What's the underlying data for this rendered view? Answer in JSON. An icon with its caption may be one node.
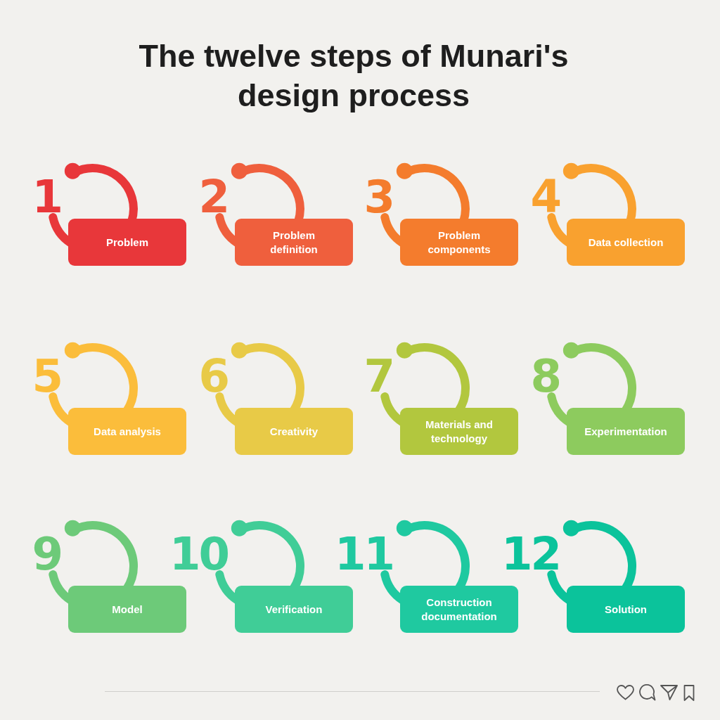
{
  "diagram": {
    "title": "The twelve steps of Munari's design process",
    "nodes": [
      {
        "text": [
          "Problem"
        ],
        "beside": [
          "1"
        ]
      },
      {
        "text": [
          "Problem definition"
        ],
        "beside": [
          "2"
        ]
      },
      {
        "text": [
          "Problem components"
        ],
        "beside": [
          "3"
        ]
      },
      {
        "text": [
          "Data collection"
        ],
        "beside": [
          "4"
        ]
      },
      {
        "text": [
          "Data analysis"
        ],
        "beside": [
          "5"
        ]
      },
      {
        "text": [
          "Creativity"
        ],
        "beside": [
          "6"
        ]
      },
      {
        "text": [
          "Materials and technology"
        ],
        "beside": [
          "7"
        ]
      },
      {
        "text": [
          "Experimentation"
        ],
        "beside": [
          "8"
        ]
      },
      {
        "text": [
          "Model"
        ],
        "beside": [
          "9"
        ]
      },
      {
        "text": [
          "Verification"
        ],
        "beside": [
          "10"
        ]
      },
      {
        "text": [
          "Construction documentation"
        ],
        "beside": [
          "11"
        ]
      },
      {
        "text": [
          "Solution"
        ],
        "beside": [
          "12"
        ]
      }
    ]
  }
}
